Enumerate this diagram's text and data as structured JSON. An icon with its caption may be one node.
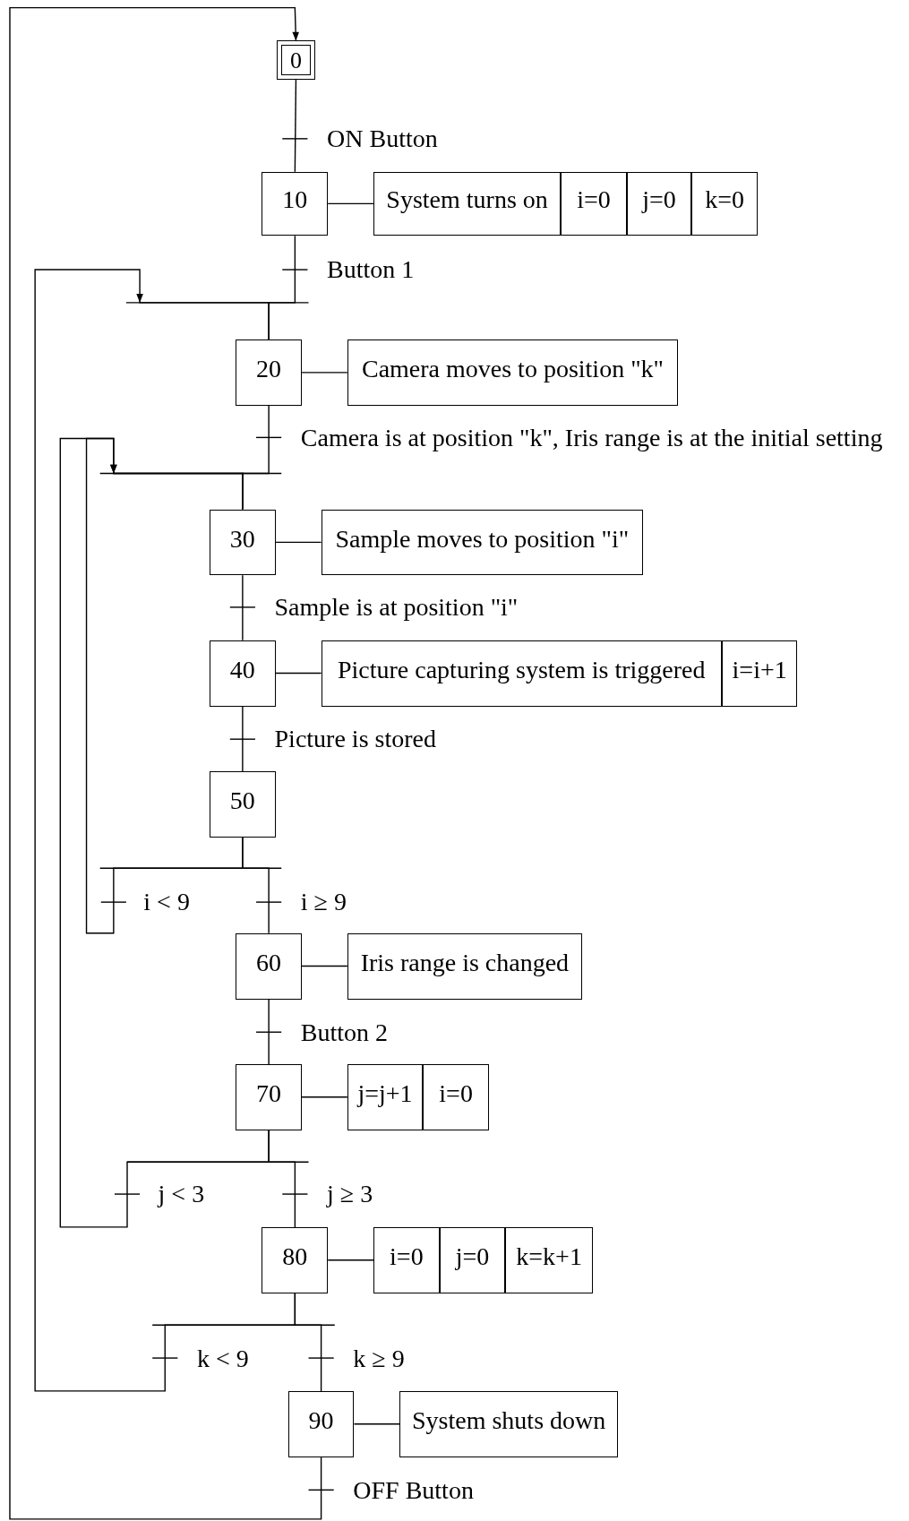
{
  "diagram": {
    "nodes": [
      {
        "text": [
          "0"
        ]
      },
      {
        "text": [
          "10"
        ]
      },
      {
        "text": [
          "System turns on"
        ]
      },
      {
        "text": [
          "i=0"
        ]
      },
      {
        "text": [
          "j=0"
        ]
      },
      {
        "text": [
          "k=0"
        ]
      },
      {
        "text": [
          "20"
        ]
      },
      {
        "text": [
          "Camera moves to position \"k\""
        ]
      },
      {
        "text": [
          "30"
        ]
      },
      {
        "text": [
          "Sample moves to position \"i\""
        ]
      },
      {
        "text": [
          "40"
        ]
      },
      {
        "text": [
          "Picture capturing system is triggered"
        ]
      },
      {
        "text": [
          "i=i+1"
        ]
      },
      {
        "text": [
          "50"
        ]
      },
      {
        "text": [
          "60"
        ]
      },
      {
        "text": [
          "Iris range is changed"
        ]
      },
      {
        "text": [
          "70"
        ]
      },
      {
        "text": [
          "j=j+1"
        ]
      },
      {
        "text": [
          "i=0"
        ]
      },
      {
        "text": [
          "80"
        ]
      },
      {
        "text": [
          "i=0"
        ]
      },
      {
        "text": [
          "j=0"
        ]
      },
      {
        "text": [
          "k=k+1"
        ]
      },
      {
        "text": [
          "90"
        ]
      },
      {
        "text": [
          "System shuts down"
        ]
      }
    ],
    "edges": [
      {
        "from": 0,
        "to": 1,
        "arrow": "none",
        "label": "ON Button"
      },
      {
        "from": 1,
        "to": 6,
        "arrow": "none",
        "label": "Button 1"
      },
      {
        "from": 6,
        "to": 8,
        "arrow": "none",
        "label": "Camera is at position \"k\", Iris range is at the initial setting"
      },
      {
        "from": 8,
        "to": 10,
        "arrow": "none",
        "label": "Sample is at position \"i\""
      },
      {
        "from": 10,
        "to": 13,
        "arrow": "none",
        "label": "Picture is stored"
      },
      {
        "from": 13,
        "to": 8,
        "arrow": "to",
        "label": "i < 9"
      },
      {
        "from": 13,
        "to": 14,
        "arrow": "none",
        "label": "i ≥ 9"
      },
      {
        "from": 14,
        "to": 16,
        "arrow": "none",
        "label": "Button 2"
      },
      {
        "from": 16,
        "to": 8,
        "arrow": "to",
        "label": "j < 3"
      },
      {
        "from": 16,
        "to": 19,
        "arrow": "none",
        "label": "j ≥ 3"
      },
      {
        "from": 19,
        "to": 6,
        "arrow": "to",
        "label": "k < 9"
      },
      {
        "from": 19,
        "to": 23,
        "arrow": "none",
        "label": "k ≥ 9"
      },
      {
        "from": 23,
        "to": 0,
        "arrow": "to",
        "label": "OFF Button"
      },
      {
        "from": 1,
        "to": 2,
        "arrow": "none"
      },
      {
        "from": 6,
        "to": 7,
        "arrow": "none"
      },
      {
        "from": 8,
        "to": 9,
        "arrow": "none"
      },
      {
        "from": 10,
        "to": 11,
        "arrow": "none"
      },
      {
        "from": 14,
        "to": 15,
        "arrow": "none"
      },
      {
        "from": 16,
        "to": 17,
        "arrow": "none"
      },
      {
        "from": 19,
        "to": 20,
        "arrow": "none"
      },
      {
        "from": 23,
        "to": 24,
        "arrow": "none"
      }
    ]
  }
}
